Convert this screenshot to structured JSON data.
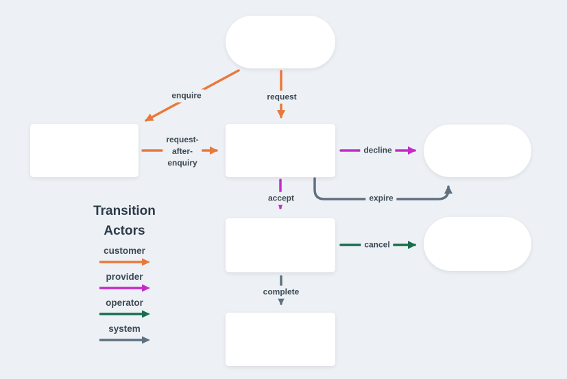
{
  "colors": {
    "background": "#EDF0F4",
    "node_fill": "#FFFFFF",
    "label_text": "#3C4A56",
    "title_text": "#2C3A47",
    "customer": "#E8793C",
    "provider": "#C32BC7",
    "operator": "#186D4C",
    "system": "#5F7080"
  },
  "legend": {
    "title": "Transition\nActors",
    "actors": [
      {
        "label": "customer"
      },
      {
        "label": "provider"
      },
      {
        "label": "operator"
      },
      {
        "label": "system"
      }
    ]
  },
  "transitions": {
    "enquire": {
      "label": "enquire",
      "actor": "customer"
    },
    "request": {
      "label": "request",
      "actor": "customer"
    },
    "request_after_enquiry": {
      "label": "request-\nafter-\nenquiry",
      "actor": "customer"
    },
    "decline": {
      "label": "decline",
      "actor": "provider"
    },
    "accept": {
      "label": "accept",
      "actor": "provider"
    },
    "expire": {
      "label": "expire",
      "actor": "system"
    },
    "cancel": {
      "label": "cancel",
      "actor": "operator"
    },
    "complete": {
      "label": "complete",
      "actor": "system"
    }
  }
}
